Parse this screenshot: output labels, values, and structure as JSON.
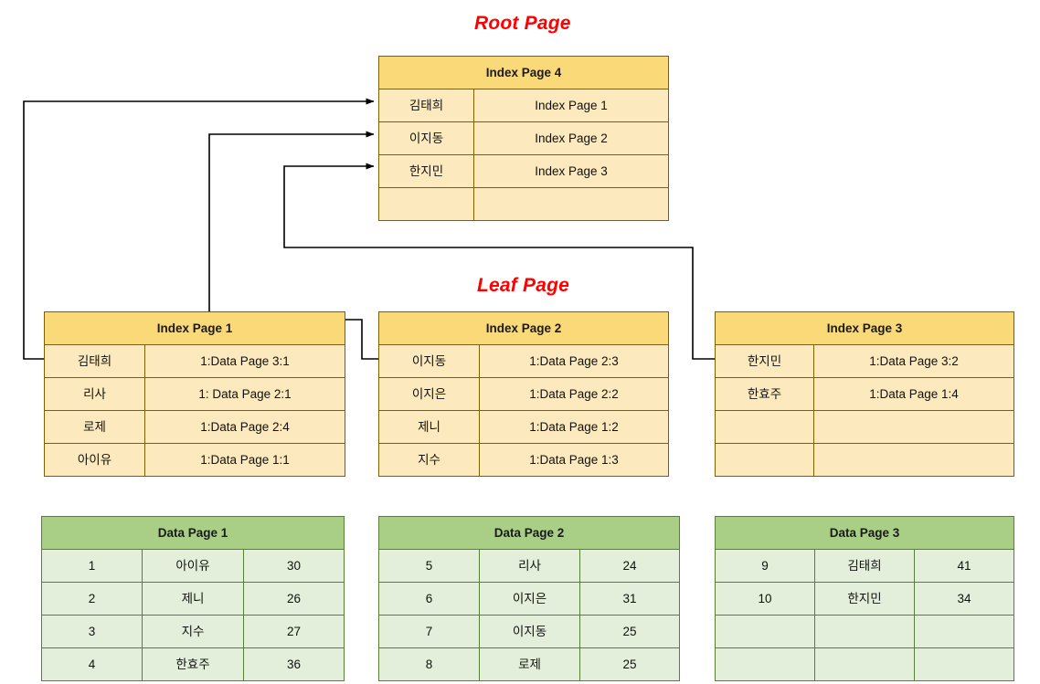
{
  "diagram": {
    "title_root": "Root Page",
    "title_leaf": "Leaf Page",
    "colors": {
      "title": "#FF0000",
      "index_header": "#F9D978",
      "index_body": "#FCE9BD",
      "index_border": "#7F6000",
      "data_header": "#A9CE85",
      "data_body": "#E3EFDA",
      "data_border": "#548235",
      "connector": "#000000"
    }
  },
  "root_page": {
    "header": "Index Page 4",
    "rows": [
      {
        "key": "김태희",
        "pointer": "Index Page 1"
      },
      {
        "key": "이지동",
        "pointer": "Index Page 2"
      },
      {
        "key": "한지민",
        "pointer": "Index Page 3"
      },
      {
        "key": "",
        "pointer": ""
      }
    ]
  },
  "leaf_pages": [
    {
      "header": "Index Page 1",
      "rows": [
        {
          "key": "김태희",
          "pointer": "1:Data Page 3:1"
        },
        {
          "key": "리사",
          "pointer": "1: Data Page 2:1"
        },
        {
          "key": "로제",
          "pointer": "1:Data Page 2:4"
        },
        {
          "key": "아이유",
          "pointer": "1:Data Page 1:1"
        }
      ]
    },
    {
      "header": "Index Page 2",
      "rows": [
        {
          "key": "이지동",
          "pointer": "1:Data Page 2:3"
        },
        {
          "key": "이지은",
          "pointer": "1:Data Page 2:2"
        },
        {
          "key": "제니",
          "pointer": "1:Data Page 1:2"
        },
        {
          "key": "지수",
          "pointer": "1:Data Page 1:3"
        }
      ]
    },
    {
      "header": "Index Page 3",
      "rows": [
        {
          "key": "한지민",
          "pointer": "1:Data Page 3:2"
        },
        {
          "key": "한효주",
          "pointer": "1:Data Page 1:4"
        },
        {
          "key": "",
          "pointer": ""
        },
        {
          "key": "",
          "pointer": ""
        }
      ]
    }
  ],
  "data_pages": [
    {
      "header": "Data Page 1",
      "rows": [
        {
          "id": "1",
          "name": "아이유",
          "age": "30"
        },
        {
          "id": "2",
          "name": "제니",
          "age": "26"
        },
        {
          "id": "3",
          "name": "지수",
          "age": "27"
        },
        {
          "id": "4",
          "name": "한효주",
          "age": "36"
        }
      ]
    },
    {
      "header": "Data Page 2",
      "rows": [
        {
          "id": "5",
          "name": "리사",
          "age": "24"
        },
        {
          "id": "6",
          "name": "이지은",
          "age": "31"
        },
        {
          "id": "7",
          "name": "이지동",
          "age": "25"
        },
        {
          "id": "8",
          "name": "로제",
          "age": "25"
        }
      ]
    },
    {
      "header": "Data Page 3",
      "rows": [
        {
          "id": "9",
          "name": "김태희",
          "age": "41"
        },
        {
          "id": "10",
          "name": "한지민",
          "age": "34"
        },
        {
          "id": "",
          "name": "",
          "age": ""
        },
        {
          "id": "",
          "name": "",
          "age": ""
        }
      ]
    }
  ]
}
